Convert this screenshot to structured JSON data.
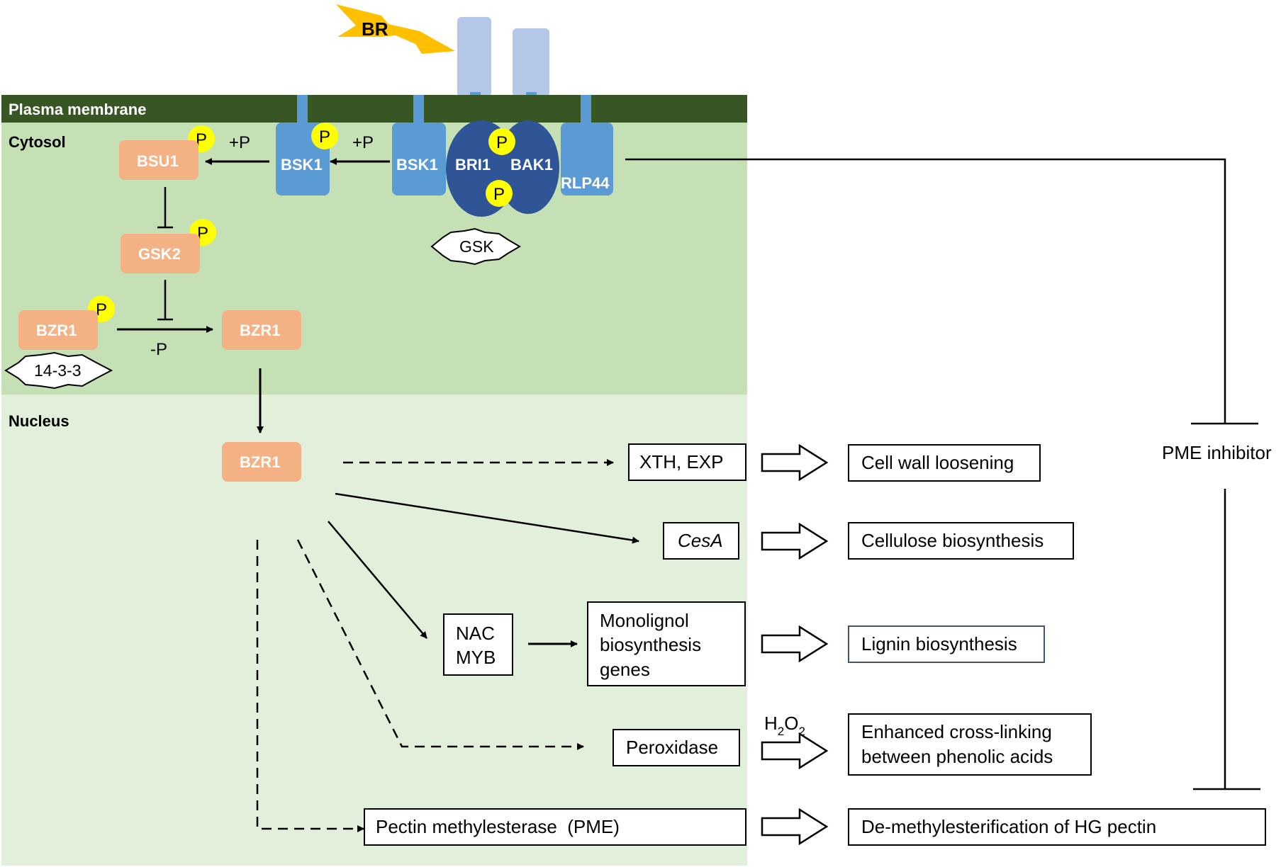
{
  "ligand": "BR",
  "regions": {
    "plasma_membrane": "Plasma membrane",
    "cytosol": "Cytosol",
    "nucleus": "Nucleus"
  },
  "receptors": {
    "bri1": "BRI1",
    "bak1": "BAK1",
    "bsk1_bound": "BSK1",
    "bsk1_free": "BSK1",
    "rlp44": "RLP44"
  },
  "cytosol_proteins": {
    "bsu1": "BSU1",
    "gsk2": "GSK2",
    "bzr1_phos": "BZR1",
    "bzr1_dephos": "BZR1"
  },
  "phospho_label": "P",
  "plus_p": "+P",
  "minus_p": "-P",
  "gsk": "GSK",
  "protein_1433": "14-3-3",
  "nuclear_bzr1": "BZR1",
  "targets": {
    "xth_exp": "XTH, EXP",
    "cesa": "CesA",
    "nac": "NAC",
    "myb": "MYB",
    "monolignol_lines": [
      "Monolignol",
      "biosynthesis",
      "genes"
    ],
    "peroxidase": "Peroxidase",
    "pme": "Pectin methylesterase  (PME)"
  },
  "outcomes": {
    "cell_wall_loosening": "Cell wall loosening",
    "cellulose_biosynthesis": "Cellulose biosynthesis",
    "lignin_biosynthesis": "Lignin biosynthesis",
    "cross_linking_lines": [
      "Enhanced cross-linking",
      "between phenolic acids"
    ],
    "demethylesterification": "De-methylesterification of HG pectin"
  },
  "h2o2": {
    "h": "H",
    "sub1": "2",
    "o": "O",
    "sub2": "2"
  },
  "pme_inhibitor": "PME inhibitor",
  "colors": {
    "membrane": "#375623",
    "cytosol": "#c5e0b4",
    "nucleus": "#e2efda",
    "orange_protein": "#f4b183",
    "light_blue": "#5b9bd5",
    "dark_blue": "#2f5597",
    "pale_blue": "#b4c7e7",
    "phospho_yellow": "#ffff00",
    "ligand_yellow": "#ffc000"
  }
}
